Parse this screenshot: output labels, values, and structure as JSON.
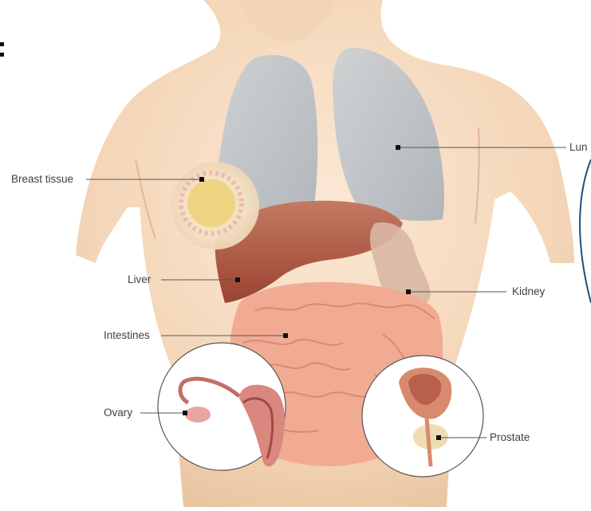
{
  "labels": {
    "breast_tissue": "Breast tissue",
    "liver": "Liver",
    "intestines": "Intestines",
    "ovary": "Ovary",
    "lung": "Lun",
    "kidney": "Kidney",
    "prostate": "Prostate"
  },
  "colors": {
    "skin": "#f6dcc0",
    "skin_shadow": "#ecc8a5",
    "lung": "#b8c2cc",
    "liver": "#a8513c",
    "intestine": "#f0a890",
    "kidney": "#d8b4a4",
    "leader_line": "#555555",
    "blue_arc": "#1f4e79"
  }
}
